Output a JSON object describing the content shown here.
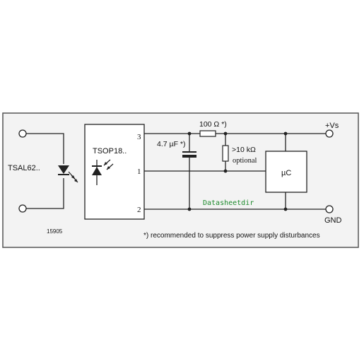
{
  "diagram": {
    "figure_number": "15905",
    "footnote": "*) recommended to suppress power supply disturbances",
    "watermark": "Datasheetdir",
    "components": {
      "emitter_label": "TSAL62..",
      "receiver_label": "TSOP18..",
      "capacitor_label": "4.7 µF *)",
      "series_resistor_label": "100 Ω *)",
      "pullup_resistor_label": ">10 kΩ",
      "pullup_optional_label": "optional",
      "mcu_label": "µC"
    },
    "pins": {
      "pin3": "3",
      "pin1": "1",
      "pin2": "2"
    },
    "rails": {
      "vs_label": "+Vs",
      "gnd_label": "GND"
    },
    "colors": {
      "frame_fill": "#f3f3f3",
      "frame_stroke": "#555555",
      "wire": "#222222",
      "watermark": "#1d8a2c"
    }
  }
}
